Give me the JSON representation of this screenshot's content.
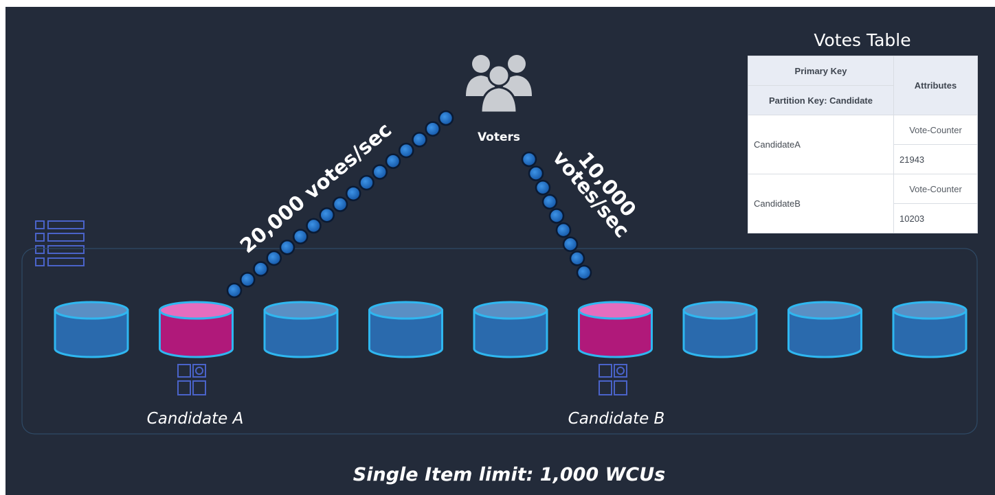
{
  "voters": {
    "label": "Voters",
    "icon": "users-group-icon"
  },
  "flows": [
    {
      "label": "20,000 votes/sec",
      "target": "Candidate A"
    },
    {
      "label_line1": "10,000",
      "label_line2": "votes/sec",
      "target": "Candidate B"
    }
  ],
  "partitions": {
    "count": 9,
    "hot_indices": [
      1,
      5
    ],
    "colors": {
      "normal": "#2a6aad",
      "normal_top": "#5a8fc4",
      "hot": "#b0197a",
      "hot_top": "#e56dbe",
      "outline": "#2fb7f0"
    }
  },
  "candidates": [
    {
      "label": "Candidate A",
      "partition": 1
    },
    {
      "label": "Candidate B",
      "partition": 5
    }
  ],
  "footer": {
    "text": "Single Item limit: 1,000 WCUs"
  },
  "votes_table": {
    "title": "Votes Table",
    "primary_key": "Primary Key",
    "partition_key": "Partition Key: Candidate",
    "attributes": "Attributes",
    "rows": [
      {
        "key": "CandidateA",
        "attr_name": "Vote-Counter",
        "attr_value": "21943"
      },
      {
        "key": "CandidateB",
        "attr_name": "Vote-Counter",
        "attr_value": "10203"
      }
    ]
  },
  "colors": {
    "background": "#232b3a",
    "dot": "#1f72c9",
    "dot_outline": "#0a1a33",
    "icon": "#4a63c9"
  }
}
